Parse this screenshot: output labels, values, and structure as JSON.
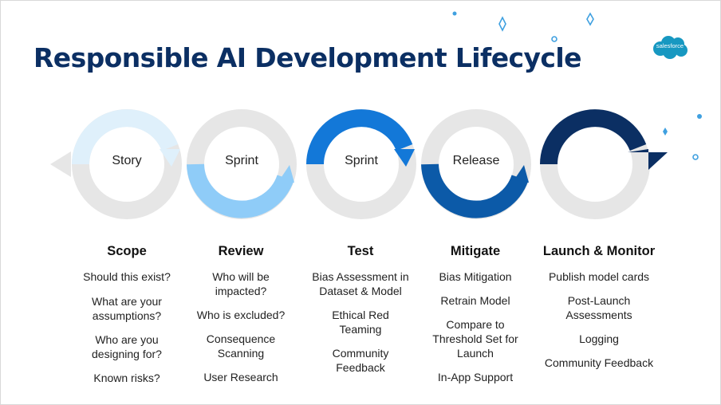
{
  "title": "Responsible AI Development Lifecycle",
  "logo": {
    "text": "salesforce",
    "color": "#1798c1"
  },
  "colors": {
    "title": "#0b2f63",
    "ring_gray": "#e6e6e6",
    "story_arc": "#dff0fb",
    "sprint1_arc": "#8fccf8",
    "sprint2_arc": "#1378d8",
    "release_arc": "#0c5aa8",
    "monitor_arc": "#0b2f63",
    "sparkle": "#3fa0e0"
  },
  "stages": [
    {
      "label": "Story"
    },
    {
      "label": "Sprint"
    },
    {
      "label": "Sprint"
    },
    {
      "label": "Release"
    }
  ],
  "columns": [
    {
      "heading": "Scope",
      "items": [
        "Should this exist?",
        "What are your assumptions?",
        "Who are you designing for?",
        "Known risks?"
      ]
    },
    {
      "heading": "Review",
      "items": [
        "Who will be impacted?",
        "Who is excluded?",
        "Consequence Scanning",
        "User Research"
      ]
    },
    {
      "heading": "Test",
      "items": [
        "Bias Assessment in Dataset & Model",
        "Ethical Red Teaming",
        "Community Feedback"
      ]
    },
    {
      "heading": "Mitigate",
      "items": [
        "Bias Mitigation",
        "Retrain Model",
        "Compare to Threshold Set for Launch",
        "In-App Support"
      ]
    },
    {
      "heading": "Launch & Monitor",
      "items": [
        "Publish model cards",
        "Post-Launch Assessments",
        "Logging",
        "Community Feedback"
      ]
    }
  ]
}
